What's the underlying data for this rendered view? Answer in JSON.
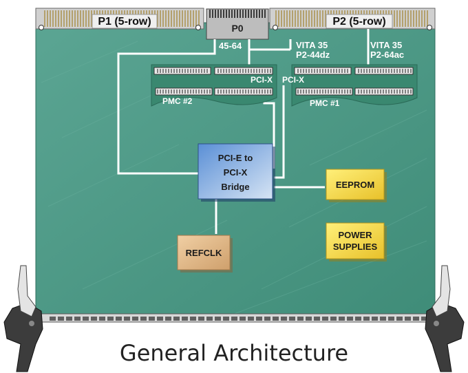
{
  "connectors": {
    "p1_label": "P1 (5-row)",
    "p0_label": "P0",
    "p2_label": "P2 (5-row)"
  },
  "signals": {
    "p0_pins": "45-64",
    "vita_left_line1": "VITA 35",
    "vita_left_line2": "P2-44dz",
    "vita_right_line1": "VITA 35",
    "vita_right_line2": "P2-64ac",
    "pcix_left": "PCI-X",
    "pcix_right": "PCI-X"
  },
  "pmc_sites": {
    "left_label": "PMC #2",
    "right_label": "PMC #1"
  },
  "blocks": {
    "bridge_lines": [
      "PCI-E to",
      "PCI-X",
      "Bridge"
    ],
    "eeprom": "EEPROM",
    "power_lines": [
      "POWER",
      "SUPPLIES"
    ],
    "refclk": "REFCLK"
  },
  "caption": "General Architecture",
  "colors": {
    "board": "#4f9987",
    "pmc": "#3f8a72",
    "bridge": "#7aa6dc",
    "yellow_block": "#f2d232",
    "refclk_block": "#e0b585",
    "connector": "#c9c9c9"
  }
}
